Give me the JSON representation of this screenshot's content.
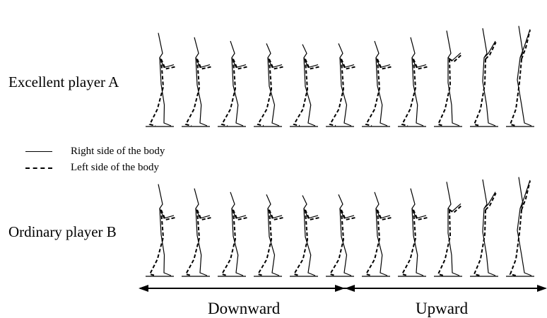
{
  "row_labels": {
    "player_a": "Excellent player A",
    "player_b": "Ordinary player B"
  },
  "legend": {
    "right_side": "Right side of the body",
    "left_side": "Left side of the body"
  },
  "phases": {
    "down": "Downward",
    "up": "Upward"
  },
  "frames_per_row": 11
}
